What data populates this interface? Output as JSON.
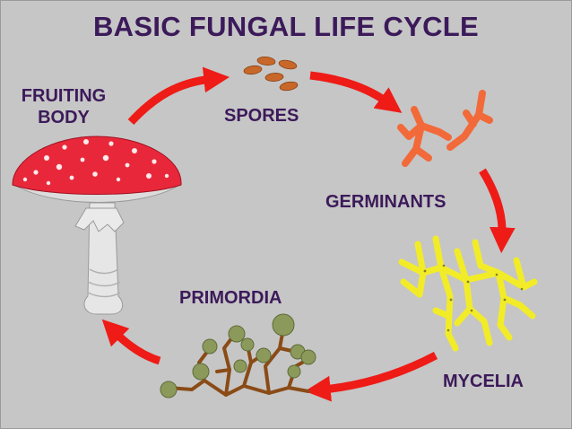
{
  "title": "BASIC FUNGAL LIFE CYCLE",
  "stages": {
    "fruiting_body": {
      "line1": "FRUITING",
      "line2": "BODY"
    },
    "spores": "SPORES",
    "germinants": "GERMINANTS",
    "mycelia": "MYCELIA",
    "primordia": "PRIMORDIA"
  },
  "colors": {
    "background": "#c6c6c6",
    "title_text": "#3c1a5a",
    "arrow": "#ee1b17",
    "spore": "#c8672a",
    "germinant": "#f26a3a",
    "mycelium": "#f2ec28",
    "primordia_stem": "#8a4b16",
    "primordia_knob": "#8b9a5a",
    "mushroom_cap": "#e8283a",
    "mushroom_stem": "#e6e6e6"
  }
}
